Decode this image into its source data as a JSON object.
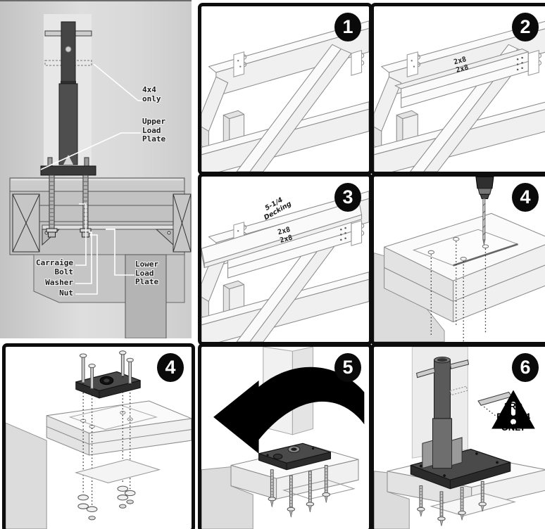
{
  "detail": {
    "post_label": "4x4\nonly",
    "upper_plate_label": "Upper\nLoad\nPlate",
    "carriage_bolt_label": "Carraige\nBolt",
    "washer_label": "Washer",
    "nut_label": "Nut",
    "lower_plate_label": "Lower\nLoad\nPlate"
  },
  "steps": {
    "step1": {
      "number": "1"
    },
    "step2": {
      "number": "2",
      "lumber_label": "2x8\n2x8"
    },
    "step3": {
      "number": "3",
      "decking_label": "5-1/4\nDecking",
      "lumber_label": "2x8\n2x8"
    },
    "step4_drill": {
      "number": "4"
    },
    "step4_fasteners": {
      "number": "4"
    },
    "step5": {
      "number": "5"
    },
    "step6": {
      "number": "6",
      "warning_icon": "warning-triangle",
      "warning_text": "3RD\nPIN 4X4\nONLY"
    }
  },
  "colors": {
    "panel_border": "#0d0d0d",
    "badge_background": "#0a0a0a",
    "badge_number": "#ffffff",
    "metal_dark": "#4a4a4a",
    "warning_black": "#000000"
  }
}
